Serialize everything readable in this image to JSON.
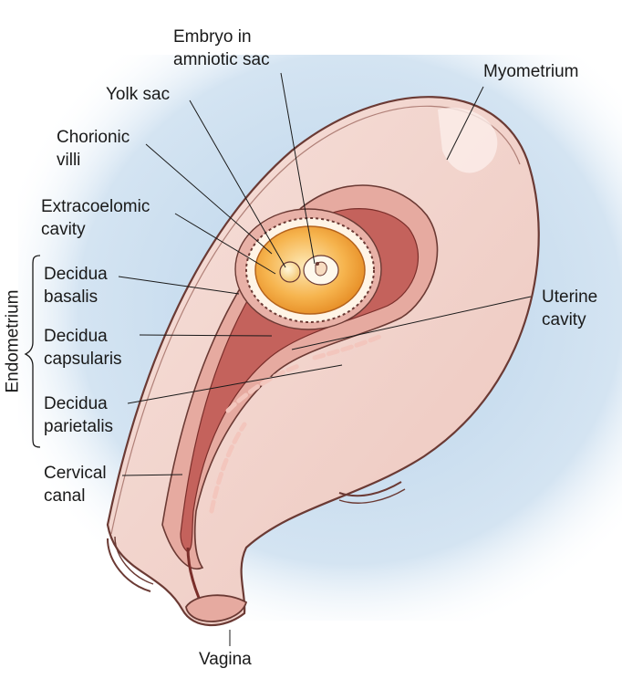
{
  "diagram": {
    "labels": {
      "embryo": [
        "Embryo in",
        "amniotic sac"
      ],
      "myometrium": [
        "Myometrium"
      ],
      "yolk_sac": [
        "Yolk sac"
      ],
      "chorionic_villi": [
        "Chorionic",
        "villi"
      ],
      "extracoelomic": [
        "Extracoelomic",
        "cavity"
      ],
      "decidua_basalis": [
        "Decidua",
        "basalis"
      ],
      "uterine_cavity": [
        "Uterine",
        "cavity"
      ],
      "decidua_capsularis": [
        "Decidua",
        "capsularis"
      ],
      "decidua_parietalis": [
        "Decidua",
        "parietalis"
      ],
      "cervical_canal": [
        "Cervical",
        "canal"
      ],
      "vagina": [
        "Vagina"
      ],
      "endometrium": "Endometrium"
    },
    "colors": {
      "background": "#c8dcee",
      "myometrium": "#f2d3cc",
      "endometrium": "#e2a49a",
      "cavity": "#c4625c",
      "chorion": "#f0a040",
      "outline": "#6b3a34"
    }
  }
}
